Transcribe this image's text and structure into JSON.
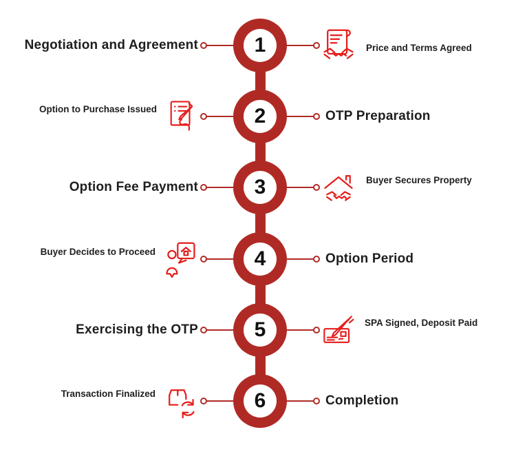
{
  "diagram": {
    "type": "vertical-process-timeline",
    "subject": "Option to Purchase property transaction process"
  },
  "colors": {
    "primary_maroon": "#B02A25",
    "icon_red": "#E51D1B",
    "text_dark": "#1E1E1E",
    "background": "#FFFFFF"
  },
  "steps": [
    {
      "number": "1",
      "main_side": "left",
      "main_label": "Negotiation and Agreement",
      "sub_label": "Price and Terms Agreed",
      "icon": "contract-handshake-icon"
    },
    {
      "number": "2",
      "main_side": "right",
      "main_label": "OTP Preparation",
      "sub_label": "Option to Purchase Issued",
      "icon": "document-signing-icon"
    },
    {
      "number": "3",
      "main_side": "left",
      "main_label": "Option Fee Payment",
      "sub_label": "Buyer Secures Property",
      "icon": "house-handshake-icon"
    },
    {
      "number": "4",
      "main_side": "right",
      "main_label": "Option Period",
      "sub_label": "Buyer Decides to Proceed",
      "icon": "person-house-decision-icon"
    },
    {
      "number": "5",
      "main_side": "left",
      "main_label": "Exercising the OTP",
      "sub_label": "SPA Signed, Deposit Paid",
      "icon": "cheque-pen-icon"
    },
    {
      "number": "6",
      "main_side": "right",
      "main_label": "Completion",
      "sub_label": "Transaction Finalized",
      "icon": "package-sync-icon"
    }
  ]
}
